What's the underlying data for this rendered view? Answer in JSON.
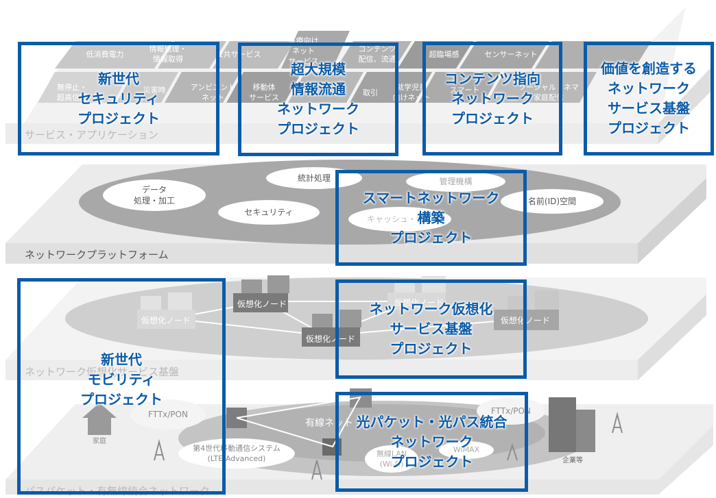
{
  "layers": {
    "service": "サービス・アプリケーション",
    "platform": "ネットワークプラットフォーム",
    "virtualization": "ネットワーク仮想化サービス基盤",
    "packet": "パスパケット・有無線統合ネットワーク"
  },
  "service_tiles": [
    "低消費電力",
    "情報処理・\n情報取得",
    "公共サービス",
    "医療向け\nネット\nサービス",
    "コンテンツ\n配信、流通",
    "超臨場感",
    "センサーネット",
    "無停止・\n超高信頼",
    "災害時",
    "アンビエント\nネット",
    "移動体\nサービス",
    "取引",
    "就学児童\n向けネット",
    "スマート",
    "ソーシャル・ネマ\n家庭配信"
  ],
  "platform_ovals": [
    "統計処理",
    "管理機構",
    "データ\n処理・加工",
    "名前(ID)空間",
    "セキュリティ",
    "キャッシュ・蓄積"
  ],
  "virtual_nodes": [
    "仮想化ノード",
    "仮想化ノード",
    "仮想化ノード",
    "仮想化ノード",
    "仮想化ノード"
  ],
  "network_labels": {
    "ftth_left": "FTTx/PON",
    "ftth_right": "FTTx/PON",
    "wired": "有線ネット",
    "lte": "第4世代移動通信システム\n(LTE-Advanced)",
    "wlan": "無線LAN\n(Wi-Fi)",
    "wimax": "WiMAX",
    "home": "家庭",
    "enterprise": "企業等"
  },
  "projects": [
    "新世代\nセキュリティ\nプロジェクト",
    "超大規模\n情報流通\nネットワーク\nプロジェクト",
    "コンテンツ指向\nネットワーク\nプロジェクト",
    "価値を創造する\nネットワーク\nサービス基盤\nプロジェクト",
    "スマートネットワーク\n構築\nプロジェクト",
    "ネットワーク仮想化\nサービス基盤\nプロジェクト",
    "新世代\nモビリティ\nプロジェクト",
    "光パケット・光パス統合\nネットワーク\nプロジェクト"
  ],
  "colors": {
    "project_blue": "#0b5ba8",
    "slab_light": "#e9e9e9",
    "slab_mid": "#cfcfcf",
    "node_dark": "#6f6f6f"
  }
}
